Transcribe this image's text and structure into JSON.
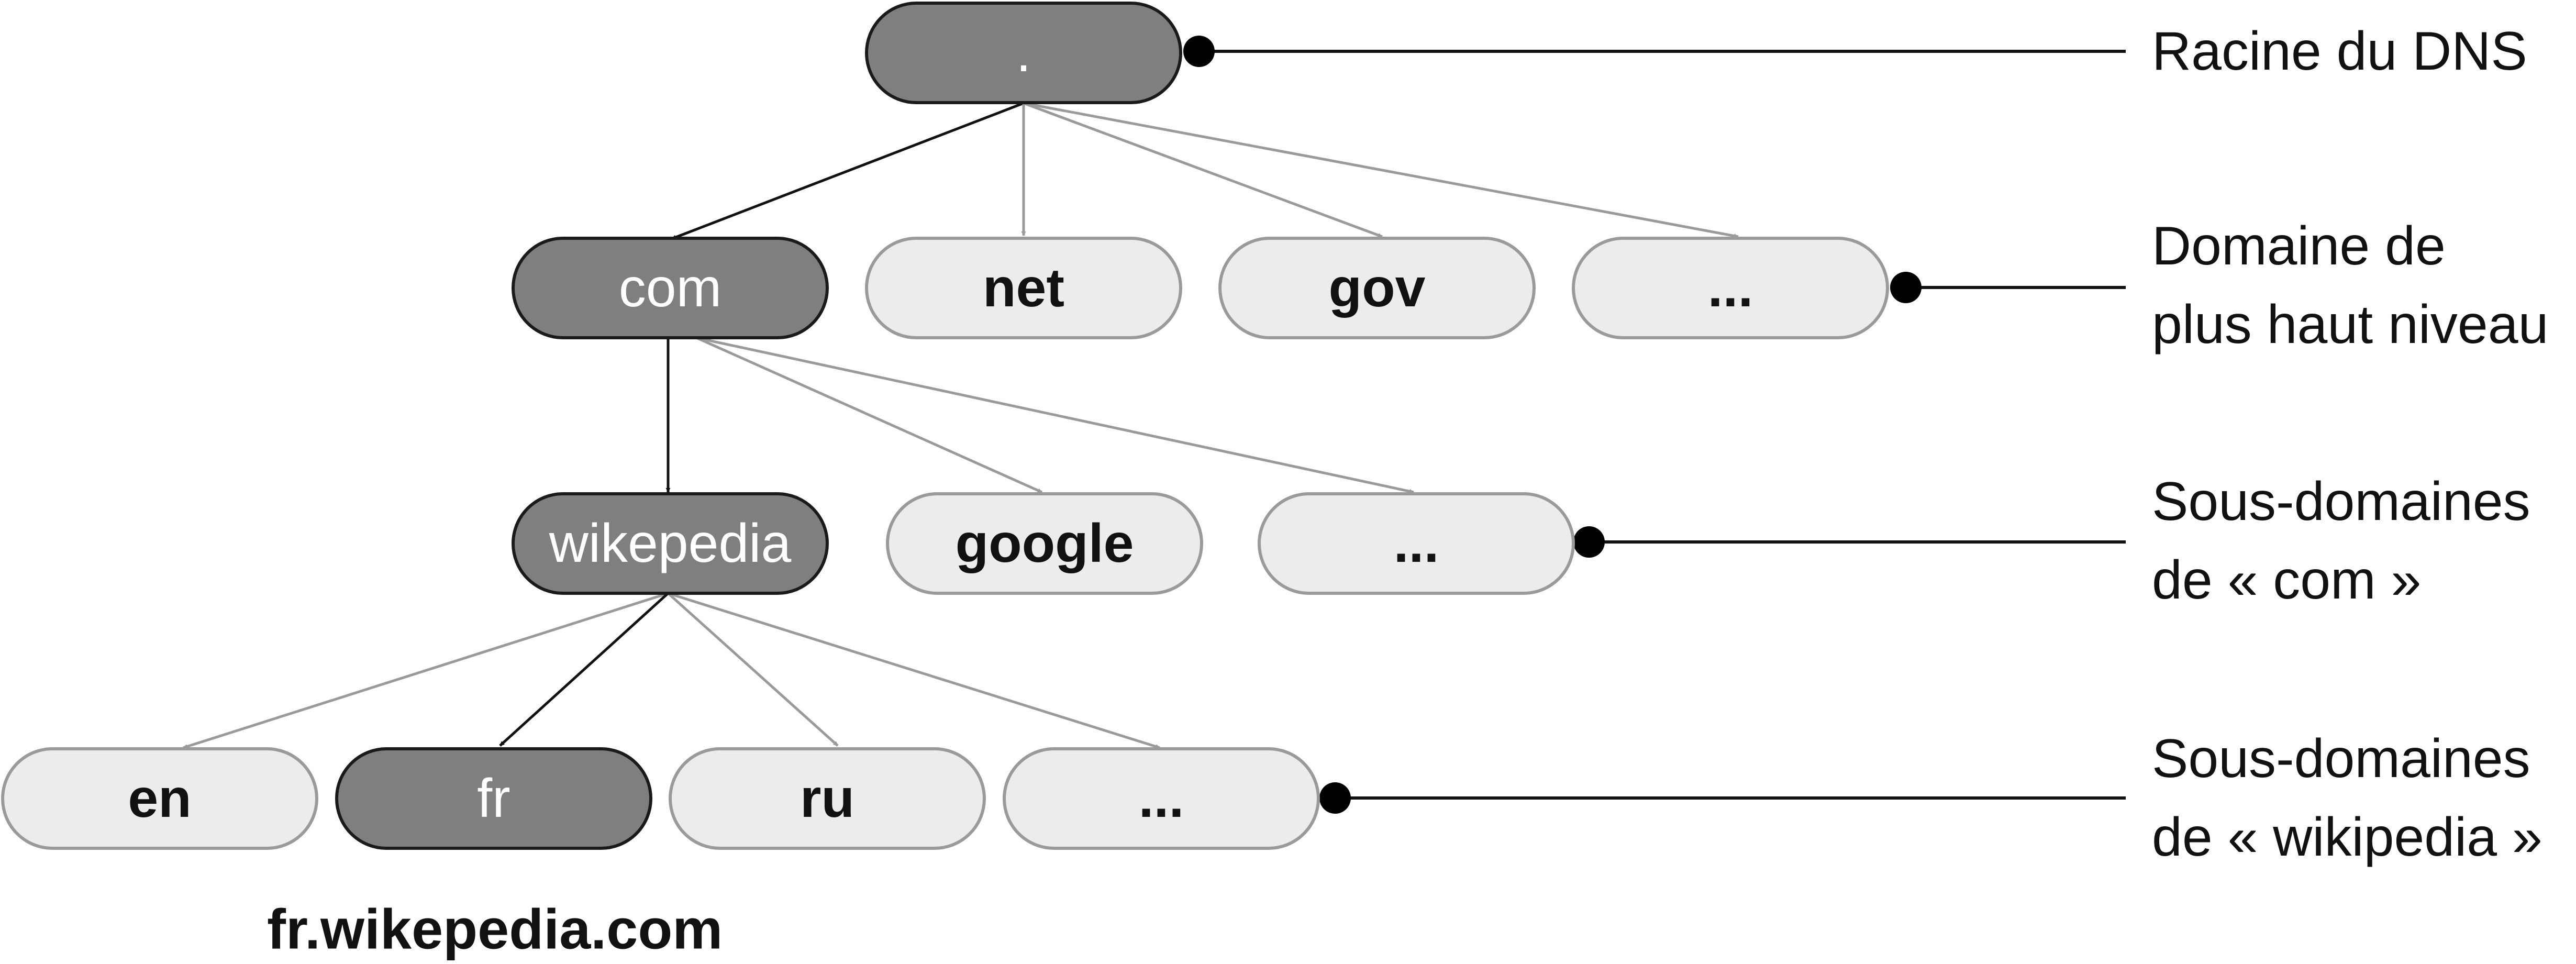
{
  "colors": {
    "highlight_fill": "#7f7f7f",
    "plain_fill": "#ececec",
    "highlight_edge": "#111111",
    "plain_edge": "#9a9a9a"
  },
  "nodes": {
    "root": {
      "label": ".",
      "highlighted": true
    },
    "com": {
      "label": "com",
      "highlighted": true
    },
    "net": {
      "label": "net",
      "highlighted": false
    },
    "gov": {
      "label": "gov",
      "highlighted": false
    },
    "tld_more": {
      "label": "...",
      "highlighted": false
    },
    "wikepedia": {
      "label": "wikepedia",
      "highlighted": true
    },
    "google": {
      "label": "google",
      "highlighted": false
    },
    "com_more": {
      "label": "...",
      "highlighted": false
    },
    "en": {
      "label": "en",
      "highlighted": false
    },
    "fr": {
      "label": "fr",
      "highlighted": true
    },
    "ru": {
      "label": "ru",
      "highlighted": false
    },
    "wiki_more": {
      "label": "...",
      "highlighted": false
    }
  },
  "edges": [
    {
      "from": "root",
      "to": "com",
      "highlighted": true
    },
    {
      "from": "root",
      "to": "net",
      "highlighted": false
    },
    {
      "from": "root",
      "to": "gov",
      "highlighted": false
    },
    {
      "from": "root",
      "to": "tld_more",
      "highlighted": false
    },
    {
      "from": "com",
      "to": "wikepedia",
      "highlighted": true
    },
    {
      "from": "com",
      "to": "google",
      "highlighted": false
    },
    {
      "from": "com",
      "to": "com_more",
      "highlighted": false
    },
    {
      "from": "wikepedia",
      "to": "en",
      "highlighted": false
    },
    {
      "from": "wikepedia",
      "to": "fr",
      "highlighted": true
    },
    {
      "from": "wikepedia",
      "to": "ru",
      "highlighted": false
    },
    {
      "from": "wikepedia",
      "to": "wiki_more",
      "highlighted": false
    }
  ],
  "levels": {
    "root": {
      "lines": [
        "Racine du DNS"
      ]
    },
    "tld": {
      "lines": [
        "Domaine de",
        "plus haut niveau"
      ]
    },
    "com_sub": {
      "lines": [
        "Sous-domaines",
        "de « com »"
      ]
    },
    "wiki_sub": {
      "lines": [
        "Sous-domaines",
        "de « wikipedia »"
      ]
    }
  },
  "caption": "fr.wikepedia.com"
}
